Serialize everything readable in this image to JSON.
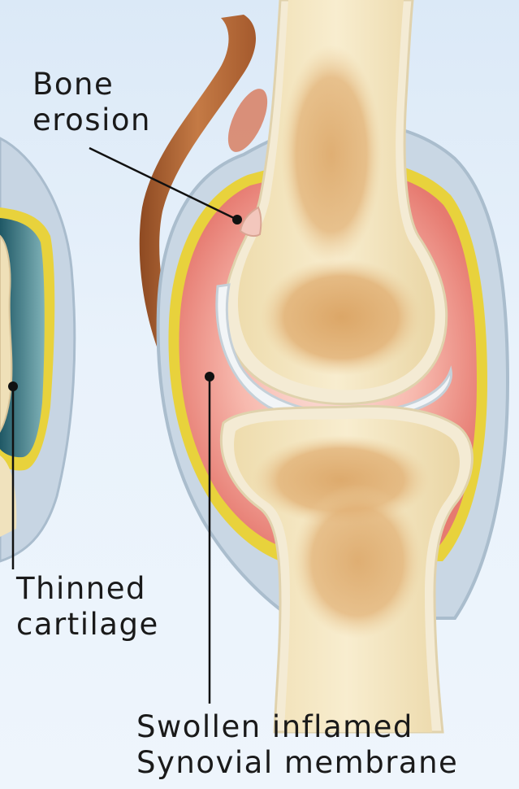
{
  "labels": {
    "bone_erosion": {
      "line1": "Bone",
      "line2": "erosion"
    },
    "thinned_cartilage": {
      "line1": "Thinned",
      "line2": "cartilage"
    },
    "synovial_membrane": {
      "line1": "Swollen inflamed",
      "line2": "Synovial membrane"
    }
  },
  "colors": {
    "background": "#e4eef9",
    "bone": "#f2e4bf",
    "marrow": "#d9a86a",
    "inflamed_synovium": "#ef8f88",
    "synovial_border": "#e8d23c",
    "capsule": "#c4d2e0",
    "tendon": "#b9683a",
    "healthy_fluid": "#2f6f7c"
  }
}
